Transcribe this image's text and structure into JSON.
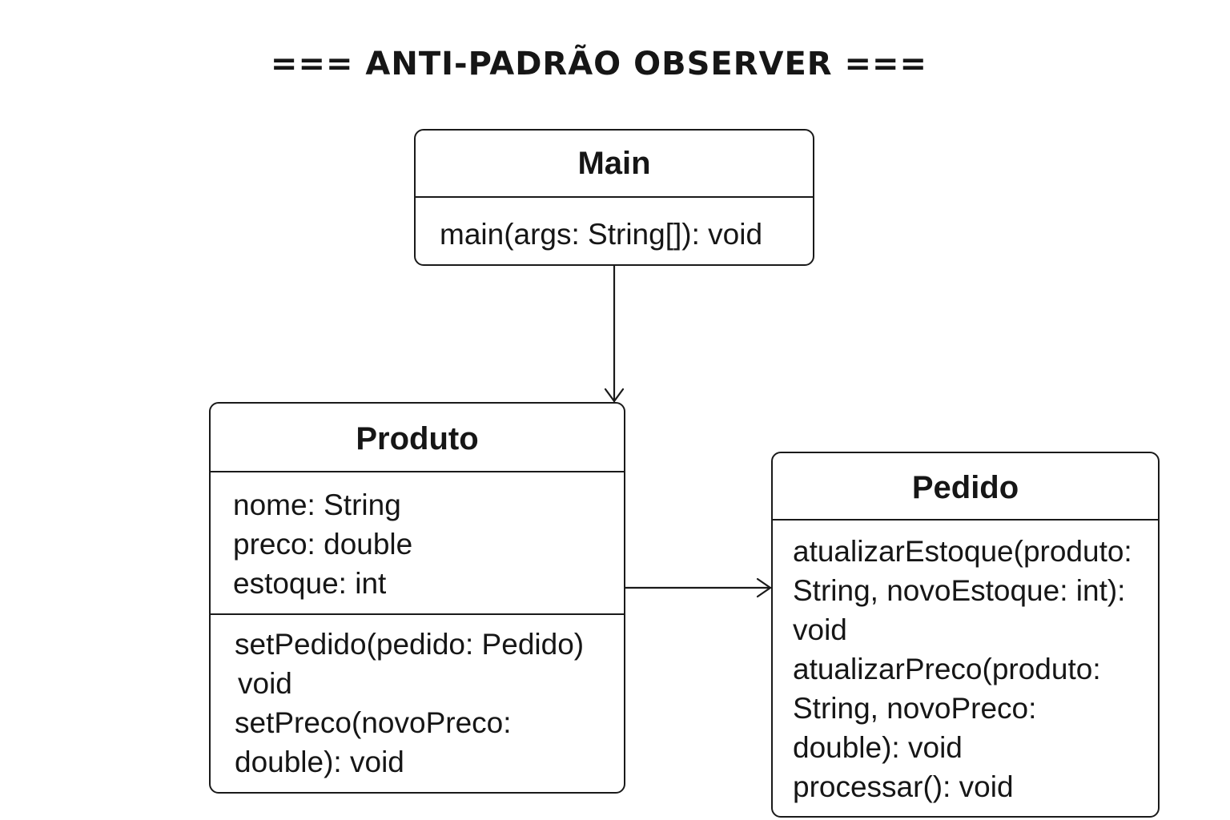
{
  "diagram": {
    "title": "=== ANTI-PADRÃO OBSERVER ===",
    "classes": {
      "main": {
        "name": "Main",
        "methods": [
          "main(args: String[]): void"
        ]
      },
      "produto": {
        "name": "Produto",
        "attributes": [
          "nome: String",
          "preco: double",
          "estoque: int"
        ],
        "methods": [
          "setPedido(pedido: Pedido)",
          "void",
          "setPreco(novoPreco:",
          "double): void"
        ]
      },
      "pedido": {
        "name": "Pedido",
        "methods": [
          "atualizarEstoque(produto:",
          "String, novoEstoque: int):",
          "void",
          "atualizarPreco(produto:",
          "String, novoPreco:",
          "double): void",
          "processar(): void"
        ]
      }
    },
    "colors": {
      "stroke": "#1a1a1a",
      "text": "#161616",
      "background": "#ffffff"
    }
  }
}
